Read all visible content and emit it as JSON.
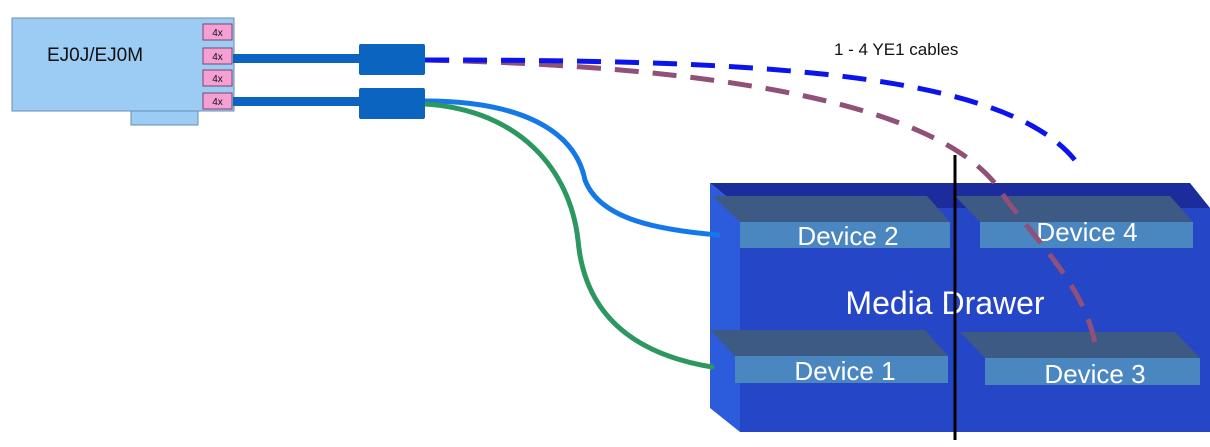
{
  "adapter": {
    "label": "EJ0J/EJ0M",
    "ports": [
      "4x",
      "4x",
      "4x",
      "4x"
    ]
  },
  "cable_note": "1 - 4 YE1 cables",
  "media_drawer": {
    "label": "Media Drawer",
    "devices": {
      "device1": "Device 1",
      "device2": "Device 2",
      "device3": "Device 3",
      "device4": "Device 4"
    }
  },
  "colors": {
    "adapter_fill": "#9cccf4",
    "port_fill": "#f4a0d4",
    "connector": "#0a64c0",
    "drawer_front": "#2646c8",
    "drawer_top": "#1c2c9c",
    "drawer_side": "#2c5cdc",
    "slot_top": "#3c5a84",
    "slot_front": "#4a86c0",
    "cable_blue_solid": "#1478e8",
    "cable_green": "#2c9860",
    "cable_blue_dashed": "#0c14ec",
    "cable_purple_dashed": "#905078",
    "divider": "#000000"
  }
}
